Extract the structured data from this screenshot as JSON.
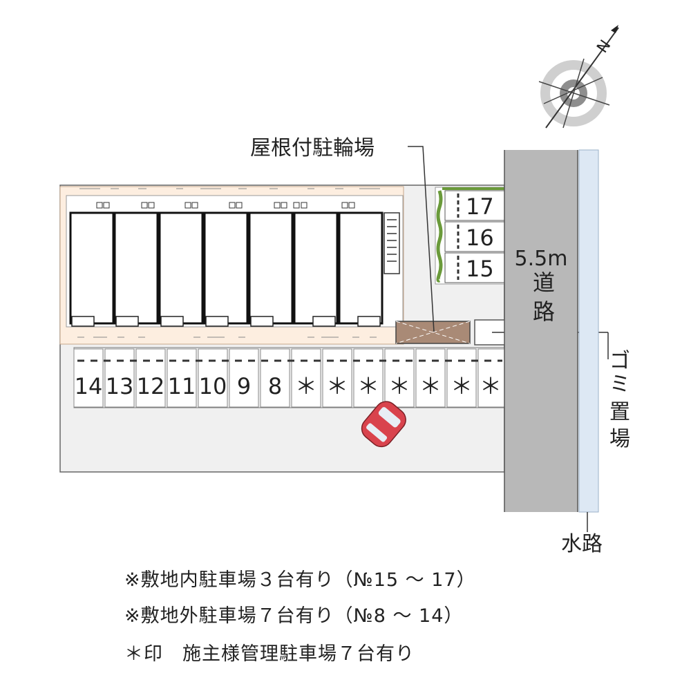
{
  "labels": {
    "bicycle_parking": "屋根付駐輪場",
    "road_width": "5.5m",
    "road_name_1": "道",
    "road_name_2": "路",
    "garbage_1": "ゴ",
    "garbage_2": "ミ",
    "garbage_3": "置",
    "garbage_4": "場",
    "waterway": "水路",
    "compass": "N"
  },
  "lot_spaces": [
    "17",
    "16",
    "15"
  ],
  "street_spaces": [
    "14",
    "13",
    "12",
    "11",
    "10",
    "9",
    "8",
    "＊",
    "＊",
    "＊",
    "＊",
    "＊",
    "＊",
    "＊"
  ],
  "notes": [
    "※敷地内駐車場３台有り（№15 ～ 17）",
    "※敷地外駐車場７台有り（№8 ～ 14）",
    "＊印　施主様管理駐車場７台有り"
  ],
  "colors": {
    "lot_ground": "#f0f0f0",
    "building_zone": "#fdeee0",
    "road": "#b8b8b8",
    "waterway": "#dde8f4",
    "bike_shelter": "#a98a76",
    "hedge": "#6a9a3a",
    "car": "#d9434d"
  }
}
